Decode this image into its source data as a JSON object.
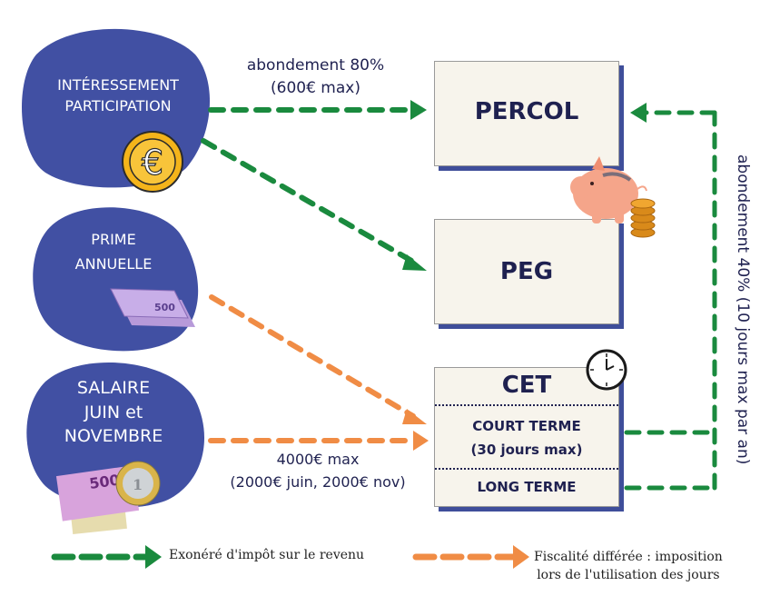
{
  "sources": {
    "interessement": {
      "line1": "INTÉRESSEMENT",
      "line2": "PARTICIPATION",
      "icon": "euro-coin-icon"
    },
    "prime": {
      "line1": "PRIME",
      "line2": "ANNUELLE",
      "icon": "banknotes-icon"
    },
    "salaire": {
      "line1": "SALAIRE",
      "line2": "JUIN et",
      "line3": "NOVEMBRE",
      "icon": "money-icon"
    }
  },
  "targets": {
    "percol": {
      "title": "PERCOL",
      "icon": "piggy-bank-icon"
    },
    "peg": {
      "title": "PEG"
    },
    "cet": {
      "title": "CET",
      "court_terme": "COURT TERME",
      "court_terme_detail": "(30 jours max)",
      "long_terme": "LONG TERME",
      "icon": "clock-icon"
    }
  },
  "arrows": {
    "percol_label_line1": "abondement 80%",
    "percol_label_line2": "(600€ max)",
    "salaire_label_line1": "4000€ max",
    "salaire_label_line2": "(2000€ juin, 2000€ nov)",
    "cet_to_percol_label": "abondement 40% (10 jours  max par an)"
  },
  "legend": {
    "green_label": "Exonéré d'impôt sur le revenu",
    "orange_label_line1": "Fiscalité différée : imposition",
    "orange_label_line2": "lors de l'utilisation des jours"
  },
  "colors": {
    "blob": "#4150a3",
    "green": "#1a8a3e",
    "orange": "#f08c45",
    "box_bg": "#f7f4ec",
    "box_shadow": "#3f4e9a",
    "text_dark": "#1f2150"
  }
}
